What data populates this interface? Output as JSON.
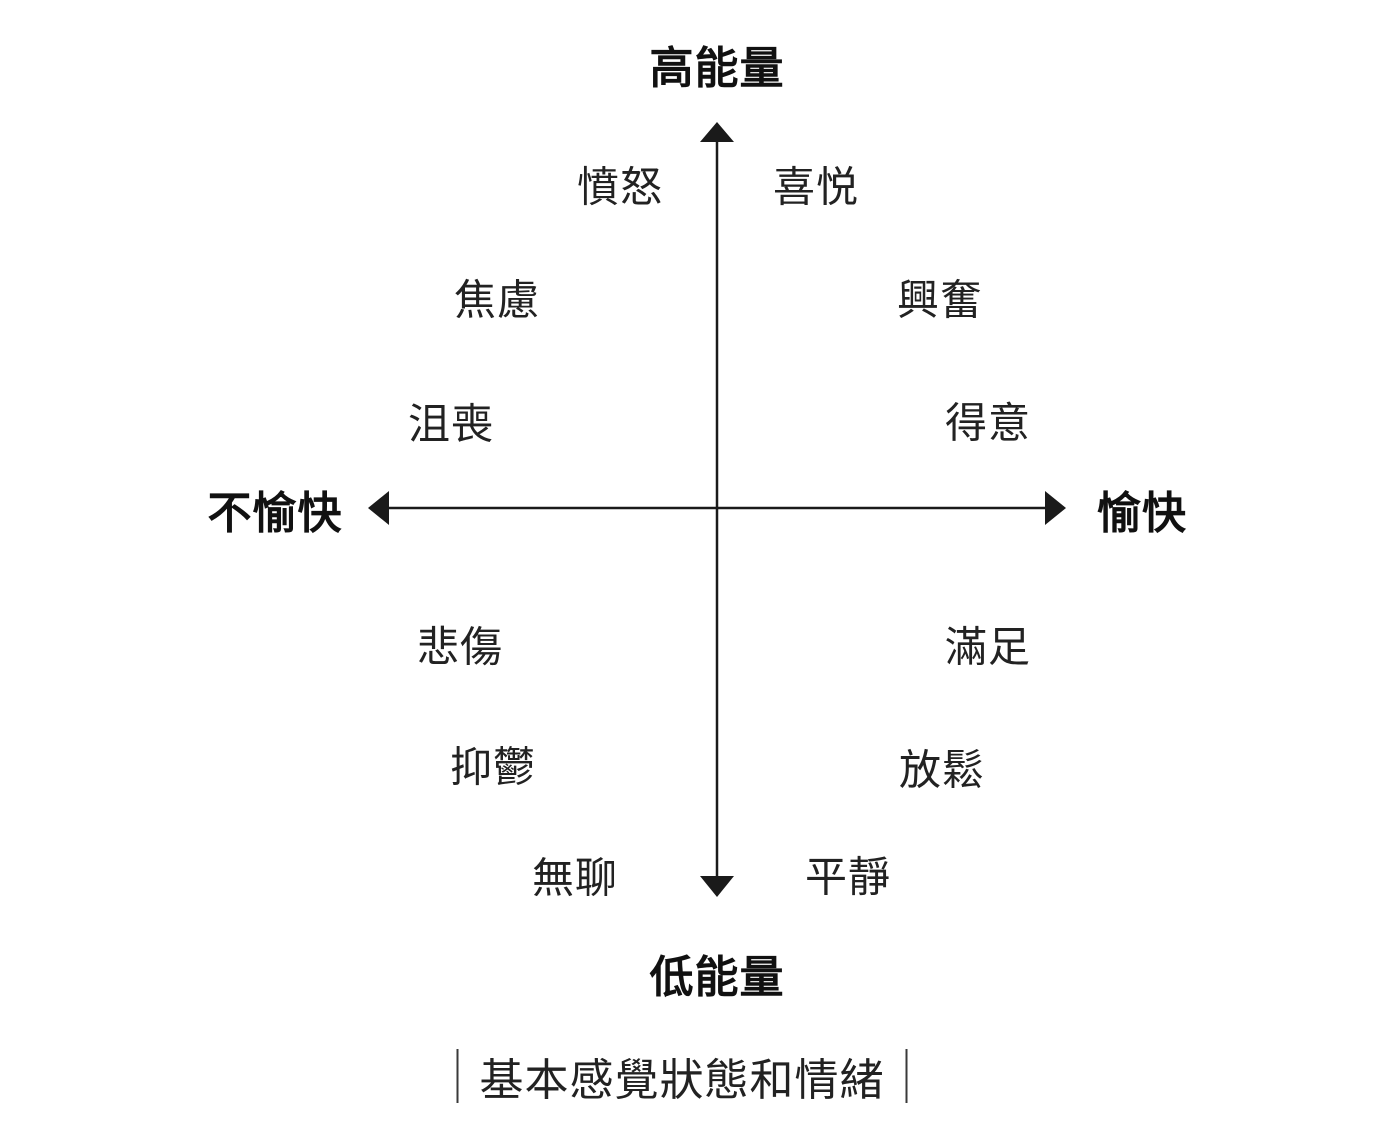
{
  "colors": {
    "ink": "#1a1a1a",
    "background": "#ffffff"
  },
  "axes": {
    "top_label": "高能量",
    "bottom_label": "低能量",
    "left_label": "不愉快",
    "right_label": "愉快"
  },
  "quadrants": {
    "top_left": {
      "items": [
        "憤怒",
        "焦慮",
        "沮喪"
      ]
    },
    "top_right": {
      "items": [
        "喜悦",
        "興奮",
        "得意"
      ]
    },
    "bottom_left": {
      "items": [
        "悲傷",
        "抑鬱",
        "無聊"
      ]
    },
    "bottom_right": {
      "items": [
        "滿足",
        "放鬆",
        "平靜"
      ]
    }
  },
  "caption": "基本感覺狀態和情緒"
}
